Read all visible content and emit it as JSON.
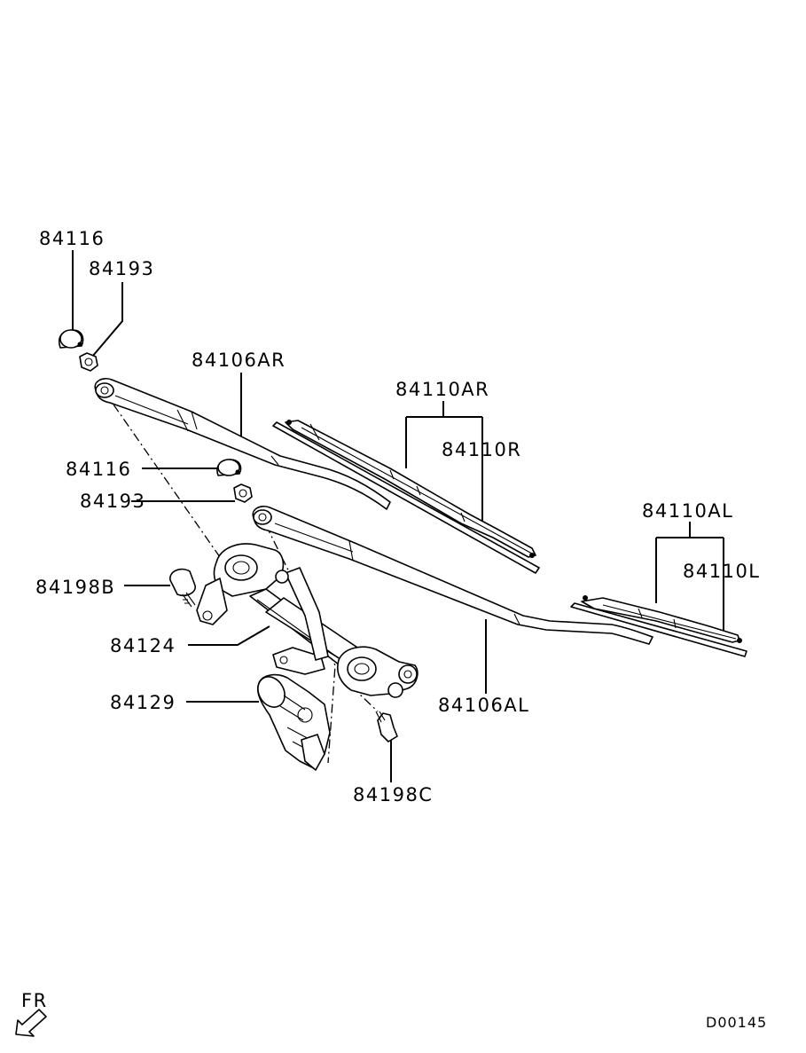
{
  "labels": {
    "p84116_top": "84116",
    "p84193_top": "84193",
    "p84106AR": "84106AR",
    "p84110AR": "84110AR",
    "p84110R": "84110R",
    "p84116_mid": "84116",
    "p84193_mid": "84193",
    "p84110AL": "84110AL",
    "p84110L": "84110L",
    "p84198B": "84198B",
    "p84124": "84124",
    "p84129": "84129",
    "p84106AL": "84106AL",
    "p84198C": "84198C"
  },
  "footer": {
    "direction": "FR",
    "code": "D00145"
  }
}
